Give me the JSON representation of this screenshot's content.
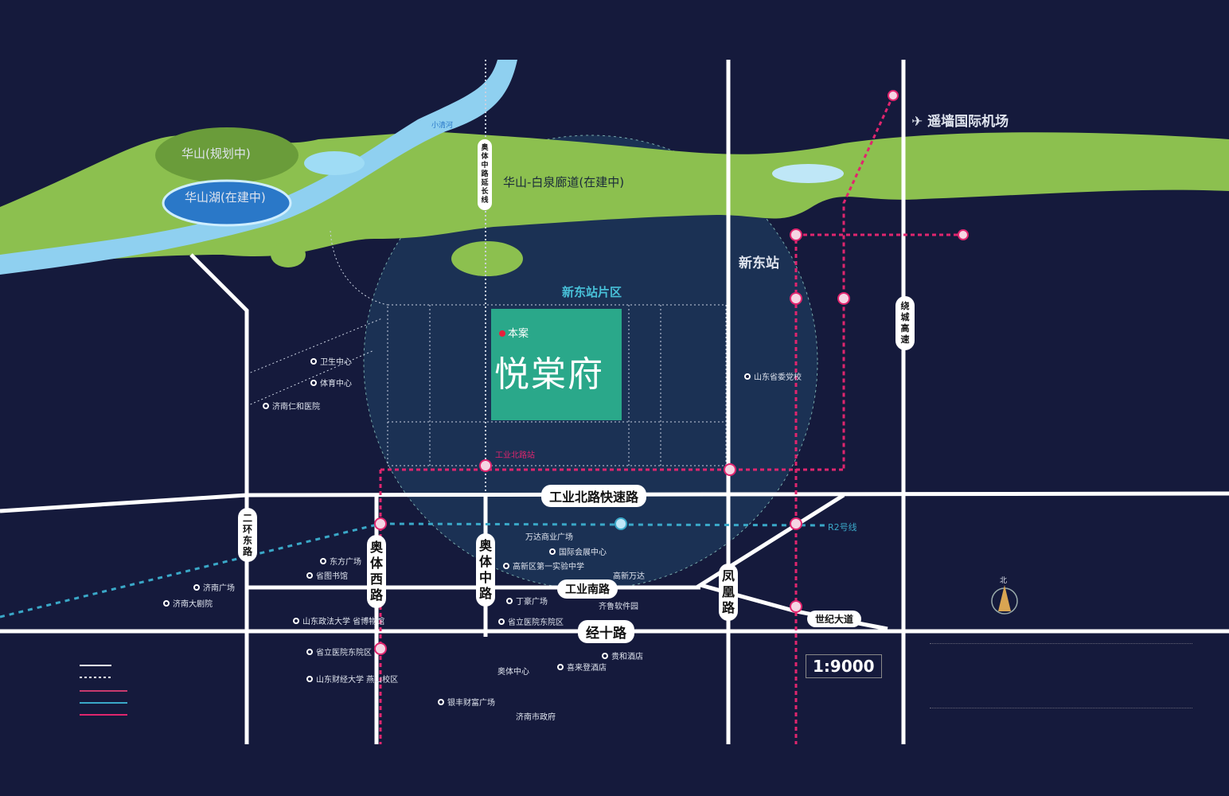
{
  "title": "悦棠府区位图",
  "project": {
    "tag": "本案",
    "name": "悦棠府"
  },
  "area_label": "新东站片区",
  "natural": {
    "mountain": "华山(规划中)",
    "lake": "华山湖(在建中)",
    "corridor": "华山-白泉廊道(在建中)",
    "river": "小清河"
  },
  "landmarks": {
    "station": "新东站",
    "airport": "遥墙国际机场"
  },
  "roads": {
    "gongyebei": "工业北路快速路",
    "gongyenan": "工业南路",
    "jingshi": "经十路",
    "shiji": "世纪大道",
    "aotixi": "奥体西路",
    "aotizhong": "奥体中路",
    "fenghuang": "凤凰路",
    "erhuandong": "二环东路",
    "raocheng": "绕城高速",
    "aotizhong_ext": "奥体中路延长线"
  },
  "metro": {
    "r2": "R2号线",
    "station_gongyebei": "工业北路站"
  },
  "pois": [
    "卫生中心",
    "体育中心",
    "济南仁和医院",
    "济南大剧院",
    "济南广场",
    "东方广场",
    "省图书馆",
    "山东政法大学 省博物馆",
    "省立医院东院区",
    "山东财经大学 燕山校区",
    "国际会展中心",
    "高新区第一实验中学",
    "丁豪广场",
    "省立医院东院区",
    "齐鲁软件园",
    "高新万达",
    "奥体中心",
    "贵和酒店",
    "喜来登酒店",
    "银丰财富广场",
    "济南市政府",
    "万达商业广场",
    "山东省委党校"
  ],
  "scale": "1:9000",
  "north": "北",
  "colors": {
    "bg": "#151a3c",
    "green": "#8cc04f",
    "river": "#8fd0f0",
    "project": "#2aa88a",
    "metro": "#e0256e",
    "cyan": "#3aa8c8"
  }
}
